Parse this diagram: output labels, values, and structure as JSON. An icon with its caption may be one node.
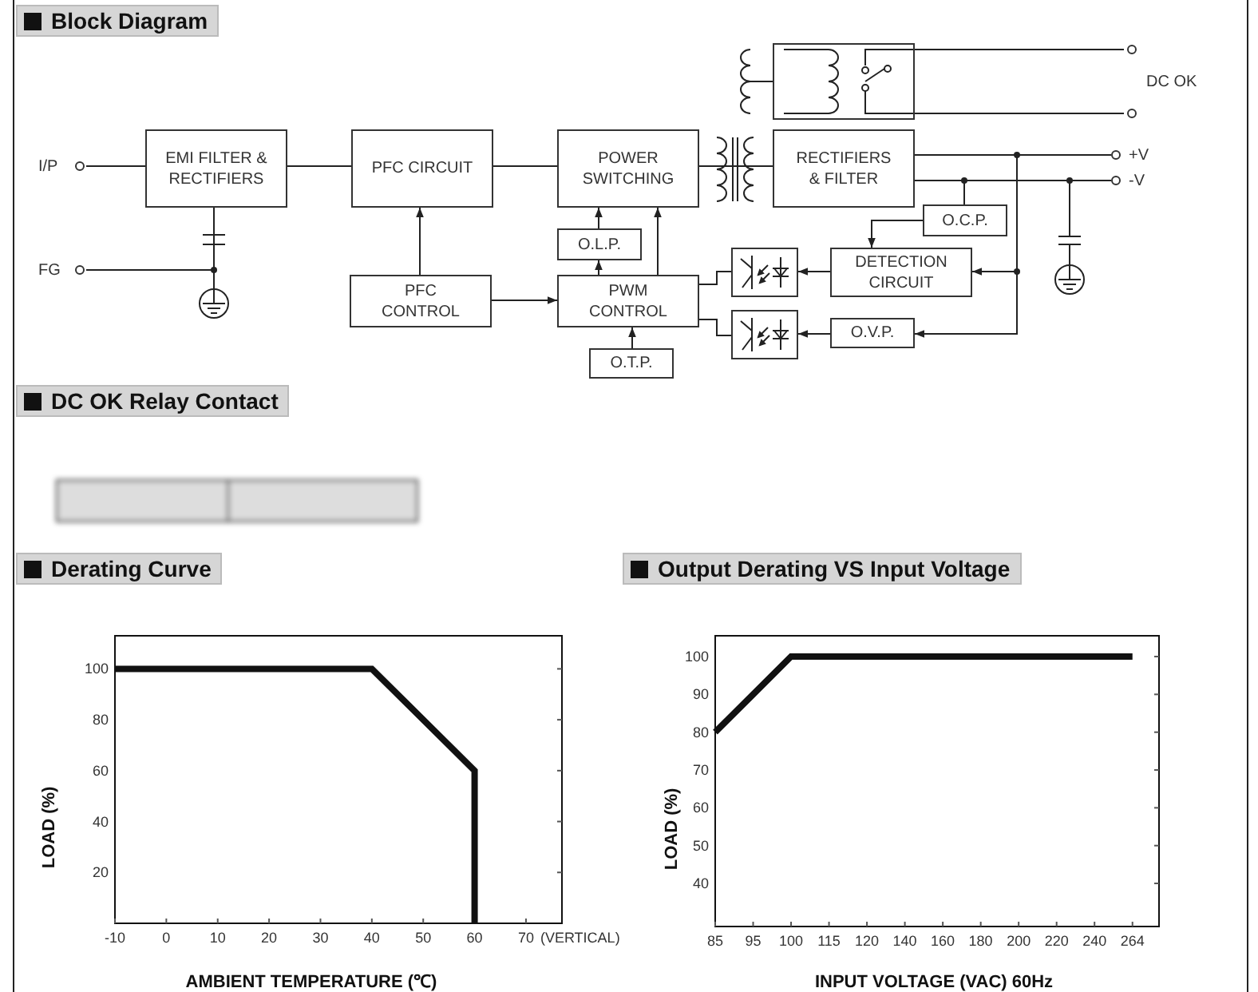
{
  "diagram": {
    "title": "Block Diagram",
    "nodes": [
      {
        "text": [
          "I/P"
        ]
      },
      {
        "text": [
          "FG"
        ]
      },
      {
        "text": [
          "EMI FILTER & RECTIFIERS"
        ]
      },
      {
        "text": [
          "PFC CIRCUIT"
        ]
      },
      {
        "text": [
          "POWER SWITCHING"
        ]
      },
      {
        "text": [
          "O.L.P."
        ]
      },
      {
        "text": [
          "PFC CONTROL"
        ]
      },
      {
        "text": [
          "PWM CONTROL"
        ]
      },
      {
        "text": [
          "O.T.P."
        ]
      },
      {
        "text": [],
        "shape": "box"
      },
      {
        "text": [
          "RECTIFIERS & FILTER"
        ]
      },
      {
        "text": [
          "O.C.P."
        ]
      },
      {
        "text": [
          "DETECTION CIRCUIT"
        ]
      },
      {
        "text": [],
        "shape": "picture"
      },
      {
        "text": [],
        "shape": "picture"
      },
      {
        "text": [
          "O.V.P."
        ]
      },
      {
        "text": [
          "DC OK"
        ]
      },
      {
        "text": [
          "+V"
        ]
      },
      {
        "text": [
          "-V"
        ]
      },
      {
        "text": [],
        "shape": "box"
      }
    ],
    "edges": [
      {
        "from": 0,
        "to": 2,
        "arrow": "none"
      },
      {
        "from": 1,
        "to": 2,
        "arrow": "none"
      },
      {
        "from": 2,
        "to": 3,
        "arrow": "none"
      },
      {
        "from": 3,
        "to": 4,
        "arrow": "none"
      },
      {
        "from": 4,
        "to": 10,
        "arrow": "none"
      },
      {
        "from": 6,
        "to": 3,
        "arrow": "to"
      },
      {
        "from": 6,
        "to": 7,
        "arrow": "to"
      },
      {
        "from": 7,
        "to": 5,
        "arrow": "to"
      },
      {
        "from": 5,
        "to": 4,
        "arrow": "to"
      },
      {
        "from": 7,
        "to": 4,
        "arrow": "to"
      },
      {
        "from": 8,
        "to": 7,
        "arrow": "to"
      },
      {
        "from": 13,
        "to": 7,
        "arrow": "none"
      },
      {
        "from": 14,
        "to": 7,
        "arrow": "none"
      },
      {
        "from": 12,
        "to": 13,
        "arrow": "to"
      },
      {
        "from": 15,
        "to": 14,
        "arrow": "to"
      },
      {
        "from": 11,
        "to": 12,
        "arrow": "to"
      },
      {
        "from": 10,
        "to": 17,
        "arrow": "none"
      },
      {
        "from": 10,
        "to": 18,
        "arrow": "none"
      },
      {
        "from": 10,
        "to": 11,
        "arrow": "none"
      },
      {
        "from": 10,
        "to": 12,
        "arrow": "to"
      },
      {
        "from": 10,
        "to": 15,
        "arrow": "to"
      },
      {
        "from": 9,
        "to": 16,
        "arrow": "none"
      },
      {
        "from": 9,
        "to": 16,
        "arrow": "none"
      }
    ],
    "labels": [
      "DC OK Relay Contact"
    ],
    "chart_data": [
      {
        "type": "line",
        "title": "Derating Curve",
        "xlabel": "AMBIENT TEMPERATURE (℃)",
        "ylabel": "LOAD (%)",
        "x": [
          -10,
          40,
          60,
          60
        ],
        "series": [
          {
            "color": "#111111",
            "values": [
              100,
              100,
              60,
              0
            ]
          }
        ],
        "xlim": [
          -10,
          77
        ],
        "ylim": [
          0,
          113
        ],
        "xticks": [
          -10,
          0,
          10,
          20,
          30,
          40,
          50,
          60,
          70
        ],
        "yticks": [
          20,
          40,
          60,
          80,
          100
        ],
        "annotations": [
          "(VERTICAL)"
        ]
      },
      {
        "type": "line",
        "title": "Output Derating VS Input Voltage",
        "xlabel": "INPUT VOLTAGE (VAC) 60Hz",
        "ylabel": "LOAD (%)",
        "categories": [
          "85",
          "95",
          "100",
          "115",
          "120",
          "140",
          "160",
          "180",
          "200",
          "220",
          "240",
          "264"
        ],
        "series": [
          {
            "color": "#111111",
            "values": [
              80,
              90,
              100,
              100,
              100,
              100,
              100,
              100,
              100,
              100,
              100,
              100
            ]
          }
        ],
        "ylim": [
          28.6,
          105.5
        ],
        "yticks": [
          40,
          50,
          60,
          70,
          80,
          90,
          100
        ]
      }
    ]
  }
}
